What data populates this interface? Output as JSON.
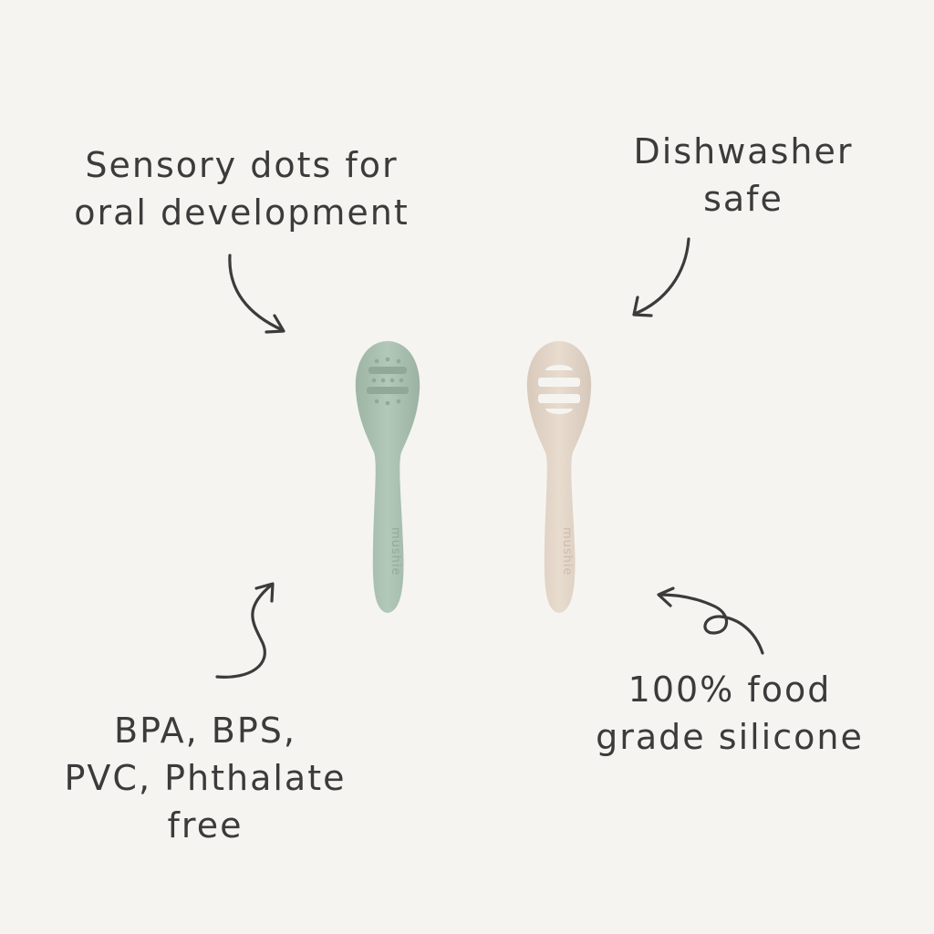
{
  "callouts": {
    "sensory": {
      "line1": "Sensory dots for",
      "line2": "oral development"
    },
    "dishwasher": {
      "line1": "Dishwasher",
      "line2": "safe"
    },
    "bpa": {
      "line1": "BPA, BPS,",
      "line2": "PVC, Phthalate",
      "line3": "free"
    },
    "silicone": {
      "line1": "100% food",
      "line2": "grade silicone"
    }
  },
  "spoons": {
    "green": {
      "color": "#a8bfaf",
      "dots_color": "#8fa897",
      "brand": "mushie"
    },
    "beige": {
      "color": "#e3d6c9",
      "slot_color": "#f5f4f0",
      "brand": "mushie"
    }
  },
  "icons": {
    "arrow": "curved-arrow-icon"
  },
  "colors": {
    "background": "#f5f4f0",
    "ink": "#3b3b3b"
  }
}
